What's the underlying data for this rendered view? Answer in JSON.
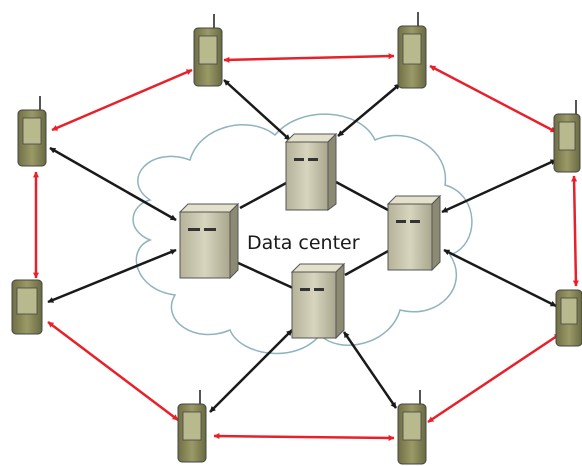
{
  "diagram": {
    "center_label": "Data center",
    "colors": {
      "phone_link": "#e8202a",
      "server_link": "#1a1a1a",
      "cloud_stroke": "#8fb3bf",
      "cloud_fill": "#ffffff",
      "server_body": "#c9c5ad",
      "device_body": "#8a8a5a"
    },
    "servers": [
      "server-top",
      "server-left",
      "server-right",
      "server-bottom"
    ],
    "devices": [
      "phone-top-left",
      "phone-top-right",
      "phone-left-upper",
      "phone-right-upper",
      "phone-left-lower",
      "phone-right-lower",
      "phone-bottom-left",
      "phone-bottom-right"
    ]
  }
}
